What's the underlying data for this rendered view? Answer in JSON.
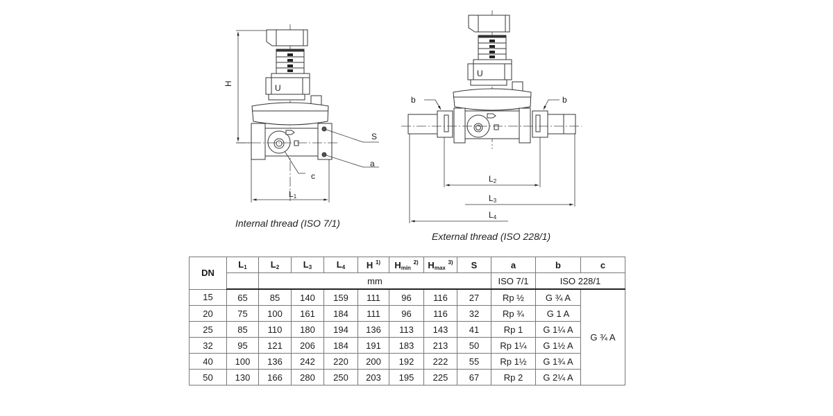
{
  "drawings": {
    "left": {
      "caption": "Internal thread (ISO 7/1)",
      "labels": {
        "H": "H",
        "S": "S",
        "a": "a",
        "c": "c",
        "L1": "L",
        "L1_sub": "1"
      }
    },
    "right": {
      "caption": "External thread (ISO 228/1)",
      "labels": {
        "b_left": "b",
        "b_right": "b",
        "L2": "L",
        "L2_sub": "2",
        "L3": "L",
        "L3_sub": "3",
        "L4": "L",
        "L4_sub": "4"
      }
    },
    "stem_marker": "U"
  },
  "table": {
    "headers": [
      {
        "main": "DN"
      },
      {
        "main": "L",
        "sub": "1"
      },
      {
        "main": "L",
        "sub": "2"
      },
      {
        "main": "L",
        "sub": "3"
      },
      {
        "main": "L",
        "sub": "4"
      },
      {
        "main": "H",
        "sup": "1)"
      },
      {
        "main": "H",
        "sub": "min",
        "sup": "2)"
      },
      {
        "main": "H",
        "sub": "max",
        "sup": "3)"
      },
      {
        "main": "S"
      },
      {
        "main": "a"
      },
      {
        "main": "b"
      },
      {
        "main": "c"
      }
    ],
    "units": {
      "mm": "mm",
      "a": "ISO 7/1",
      "bc": "ISO 228/1"
    },
    "rows": [
      [
        "15",
        "65",
        "85",
        "140",
        "159",
        "111",
        "96",
        "116",
        "27",
        "Rp ½",
        "G ¾ A"
      ],
      [
        "20",
        "75",
        "100",
        "161",
        "184",
        "111",
        "96",
        "116",
        "32",
        "Rp ¾",
        "G 1 A"
      ],
      [
        "25",
        "85",
        "110",
        "180",
        "194",
        "136",
        "113",
        "143",
        "41",
        "Rp 1",
        "G 1¼ A"
      ],
      [
        "32",
        "95",
        "121",
        "206",
        "184",
        "191",
        "183",
        "213",
        "50",
        "Rp 1¼",
        "G 1½ A"
      ],
      [
        "40",
        "100",
        "136",
        "242",
        "220",
        "200",
        "192",
        "222",
        "55",
        "Rp 1½",
        "G 1¾ A"
      ],
      [
        "50",
        "130",
        "166",
        "280",
        "250",
        "203",
        "195",
        "225",
        "67",
        "Rp 2",
        "G 2¼ A"
      ]
    ],
    "c_value": "G ¾ A"
  }
}
